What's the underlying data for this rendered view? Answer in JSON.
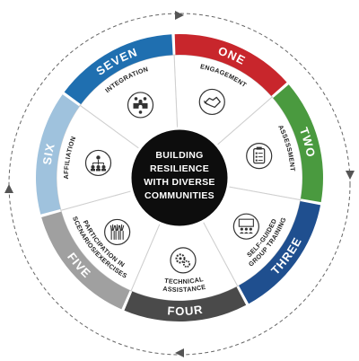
{
  "center": {
    "lines": [
      "BUILDING",
      "RESILIENCE",
      "WITH DIVERSE",
      "COMMUNITIES"
    ]
  },
  "segments": [
    {
      "number": "ONE",
      "color": "#c8262c",
      "label_lines": [
        "ENGAGEMENT"
      ],
      "icon": "handshake-icon"
    },
    {
      "number": "TWO",
      "color": "#4a9a3f",
      "label_lines": [
        "ASSESSMENT"
      ],
      "icon": "clipboard-checklist-icon"
    },
    {
      "number": "THREE",
      "color": "#1f4f8f",
      "label_lines": [
        "SELF-GUIDED",
        "GROUP TRAINING"
      ],
      "icon": "group-presentation-icon"
    },
    {
      "number": "FOUR",
      "color": "#4a4a4a",
      "label_lines": [
        "TECHNICAL",
        "ASSISTANCE"
      ],
      "icon": "gears-icon"
    },
    {
      "number": "FIVE",
      "color": "#a0a0a0",
      "label_lines": [
        "PARTICIPATION IN",
        "SCENARIOS/EXERCISES"
      ],
      "icon": "raised-hands-icon"
    },
    {
      "number": "SIX",
      "color": "#9fc2dd",
      "label_lines": [
        "AFFILIATION"
      ],
      "icon": "org-chart-icon"
    },
    {
      "number": "SEVEN",
      "color": "#1f6fb0",
      "label_lines": [
        "INTEGRATION"
      ],
      "icon": "puzzle-people-icon"
    }
  ]
}
